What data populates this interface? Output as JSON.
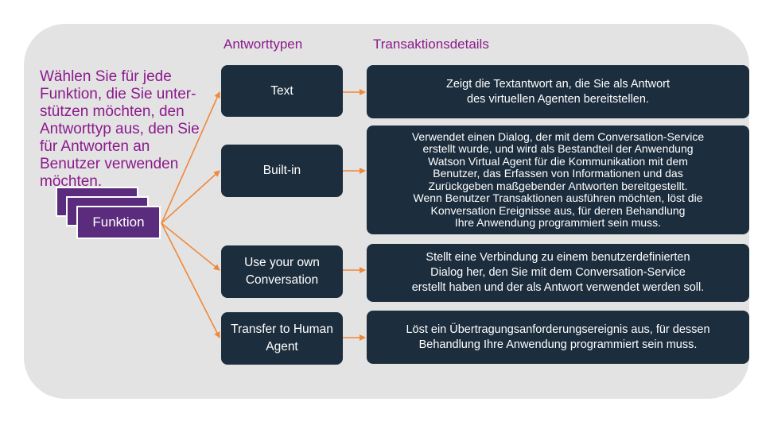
{
  "headings": {
    "types": "Antworttypen",
    "details": "Transaktionsdetails"
  },
  "intro_text": "Wählen Sie für jede Funktion, die Sie unter-stützen möchten, den Antworttyp aus, den Sie für Antworten an Benutzer verwenden möchten.",
  "function_label": "Funktion",
  "rows": [
    {
      "type": "Text",
      "detail": "Zeigt die Textantwort an, die Sie als Antwort\ndes virtuellen Agenten bereitstellen."
    },
    {
      "type": "Built-in",
      "detail": "Verwendet einen Dialog, der mit dem Conversation-Service\nerstellt wurde, und wird als Bestandteil der Anwendung\nWatson Virtual Agent für die Kommunikation mit dem\nBenutzer, das Erfassen von Informationen und das\nZurückgeben maßgebender Antworten bereitgestellt.\nWenn Benutzer Transaktionen ausführen möchten, löst die\nKonversation Ereignisse aus, für deren Behandlung\nIhre Anwendung programmiert sein muss."
    },
    {
      "type": "Use your own Conversation",
      "detail": "Stellt eine Verbindung zu einem benutzerdefinierten\nDialog her, den Sie mit dem Conversation-Service\nerstellt haben und der als Antwort verwendet werden soll."
    },
    {
      "type": "Transfer to Human Agent",
      "detail": "Löst ein Übertragungsanforderungsereignis aus, für dessen\nBehandlung Ihre Anwendung programmiert sein muss."
    }
  ],
  "colors": {
    "panel": "#e3e3e3",
    "accent_text": "#8b1a8b",
    "function_card": "#5b2c7e",
    "box": "#1c2d3d",
    "arrow": "#f0883a"
  }
}
